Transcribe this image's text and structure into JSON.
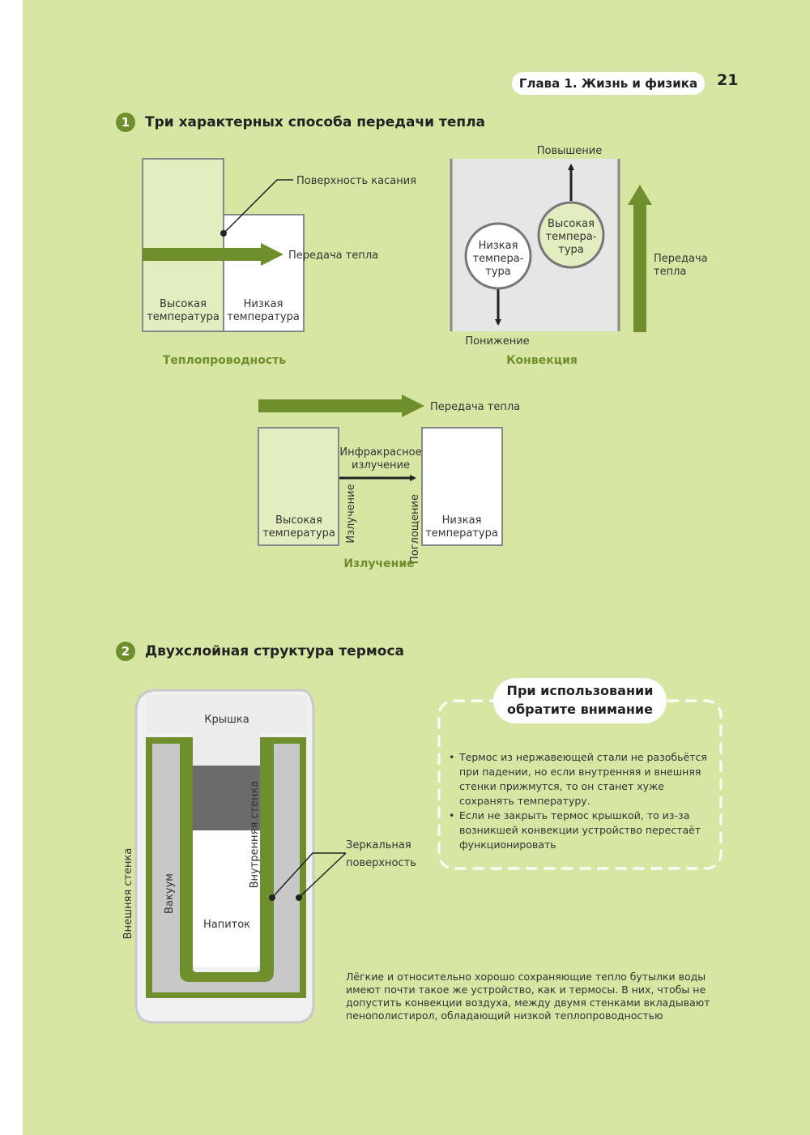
{
  "header": {
    "chapter": "Глава 1. Жизнь и физика",
    "page_number": "21"
  },
  "section1": {
    "number": "1",
    "title": "Три характерных способа передачи тепла",
    "conduction": {
      "contact_surface": "Поверхность касания",
      "heat_transfer": "Передача тепла",
      "high_temp": [
        "Высокая",
        "температура"
      ],
      "low_temp": [
        "Низкая",
        "температура"
      ],
      "caption": "Теплопроводность"
    },
    "convection": {
      "rise": "Повышение",
      "fall": "Понижение",
      "high_temp": [
        "Высокая",
        "темпера-",
        "тура"
      ],
      "low_temp": [
        "Низкая",
        "темпера-",
        "тура"
      ],
      "heat_transfer": [
        "Передача",
        "тепла"
      ],
      "caption": "Конвекция"
    },
    "radiation": {
      "heat_transfer": "Передача тепла",
      "infrared": [
        "Инфракрасное",
        "излучение"
      ],
      "emission": "Излучение",
      "absorption": "Поглощение",
      "high_temp": [
        "Высокая",
        "температура"
      ],
      "low_temp": [
        "Низкая",
        "температура"
      ],
      "caption": "Излучение"
    }
  },
  "section2": {
    "number": "2",
    "title": "Двухслойная структура термоса",
    "thermos": {
      "lid": "Крышка",
      "inner_wall": "Внутренняя стенка",
      "outer_wall": "Внешняя стенка",
      "vacuum": "Вакуум",
      "drink": "Напиток",
      "mirror": [
        "Зеркальная",
        "поверхность"
      ]
    },
    "note": {
      "title_lines": [
        "При использовании",
        "обратите внимание"
      ],
      "items": [
        "Термос из нержавеющей стали не разобьётся при падении, но если внутренняя и внешняя стенки прижмутся, то он станет хуже сохранять температуру.",
        "Если не закрыть термос крышкой, то из-за возникшей конвекции устройство перестаёт функционировать"
      ]
    },
    "bottom_text": "Лёгкие и относительно хорошо сохраняющие тепло бутылки воды имеют почти такое же устройство, как и термосы. В них, чтобы не допустить конвекции воздуха, между двумя стенками вкладывают пенополистирол, обладающий низкой теплопроводностью"
  },
  "colors": {
    "page": "#d8e6a4",
    "accent": "#6e8f2b",
    "light_box": "#e3edbf",
    "gray": "#e6e6e6",
    "dark_gray": "#6b6b6b"
  }
}
